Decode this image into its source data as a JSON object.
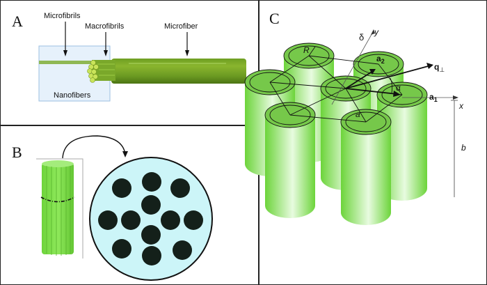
{
  "panels": {
    "a": {
      "label": "A",
      "annotations": {
        "microfibrils": "Microfibrils",
        "macrofibrils": "Macrofibrils",
        "microfiber": "Microfiber",
        "nanofibers": "Nanofibers"
      }
    },
    "b": {
      "label": "B",
      "cross_section_fiber_count": 12
    },
    "c": {
      "label": "C",
      "symbols": {
        "R": "R",
        "delta": "δ",
        "y": "y",
        "x": "x",
        "a2": "a",
        "a2_sub": "2",
        "a1": "a",
        "a1_sub": "1",
        "q": "q",
        "q_sub": "⊥",
        "alpha": "α",
        "a": "a",
        "b": "b"
      }
    }
  },
  "colors": {
    "fiber_dark": "#5a8a1e",
    "fiber_light": "#a6cf3c",
    "bundle_green": "#7ee04a",
    "box_blue": "#e6f1fb",
    "box_border": "#9cbfe0",
    "cross_bg": "#ccf5f8",
    "cross_dot": "#14201a",
    "cyl_green": "#6fd43a",
    "cyl_top": "#76c84a"
  }
}
